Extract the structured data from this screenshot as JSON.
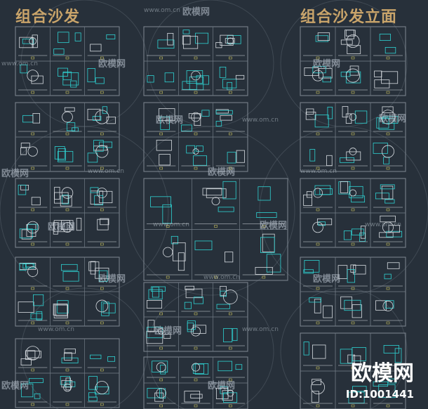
{
  "titles": {
    "left": "组合沙发",
    "right": "组合沙发立面"
  },
  "watermark": {
    "url": "www.om.cn",
    "logo_text": "欧模网"
  },
  "brand": {
    "name": "欧模网",
    "id_label": "ID:1001441"
  },
  "colors": {
    "background": "#27303a",
    "title": "#c9a46a",
    "drawing_cyan": "#2fd3d3",
    "drawing_white": "#d8dde2",
    "frame": "#9aa3ad"
  }
}
